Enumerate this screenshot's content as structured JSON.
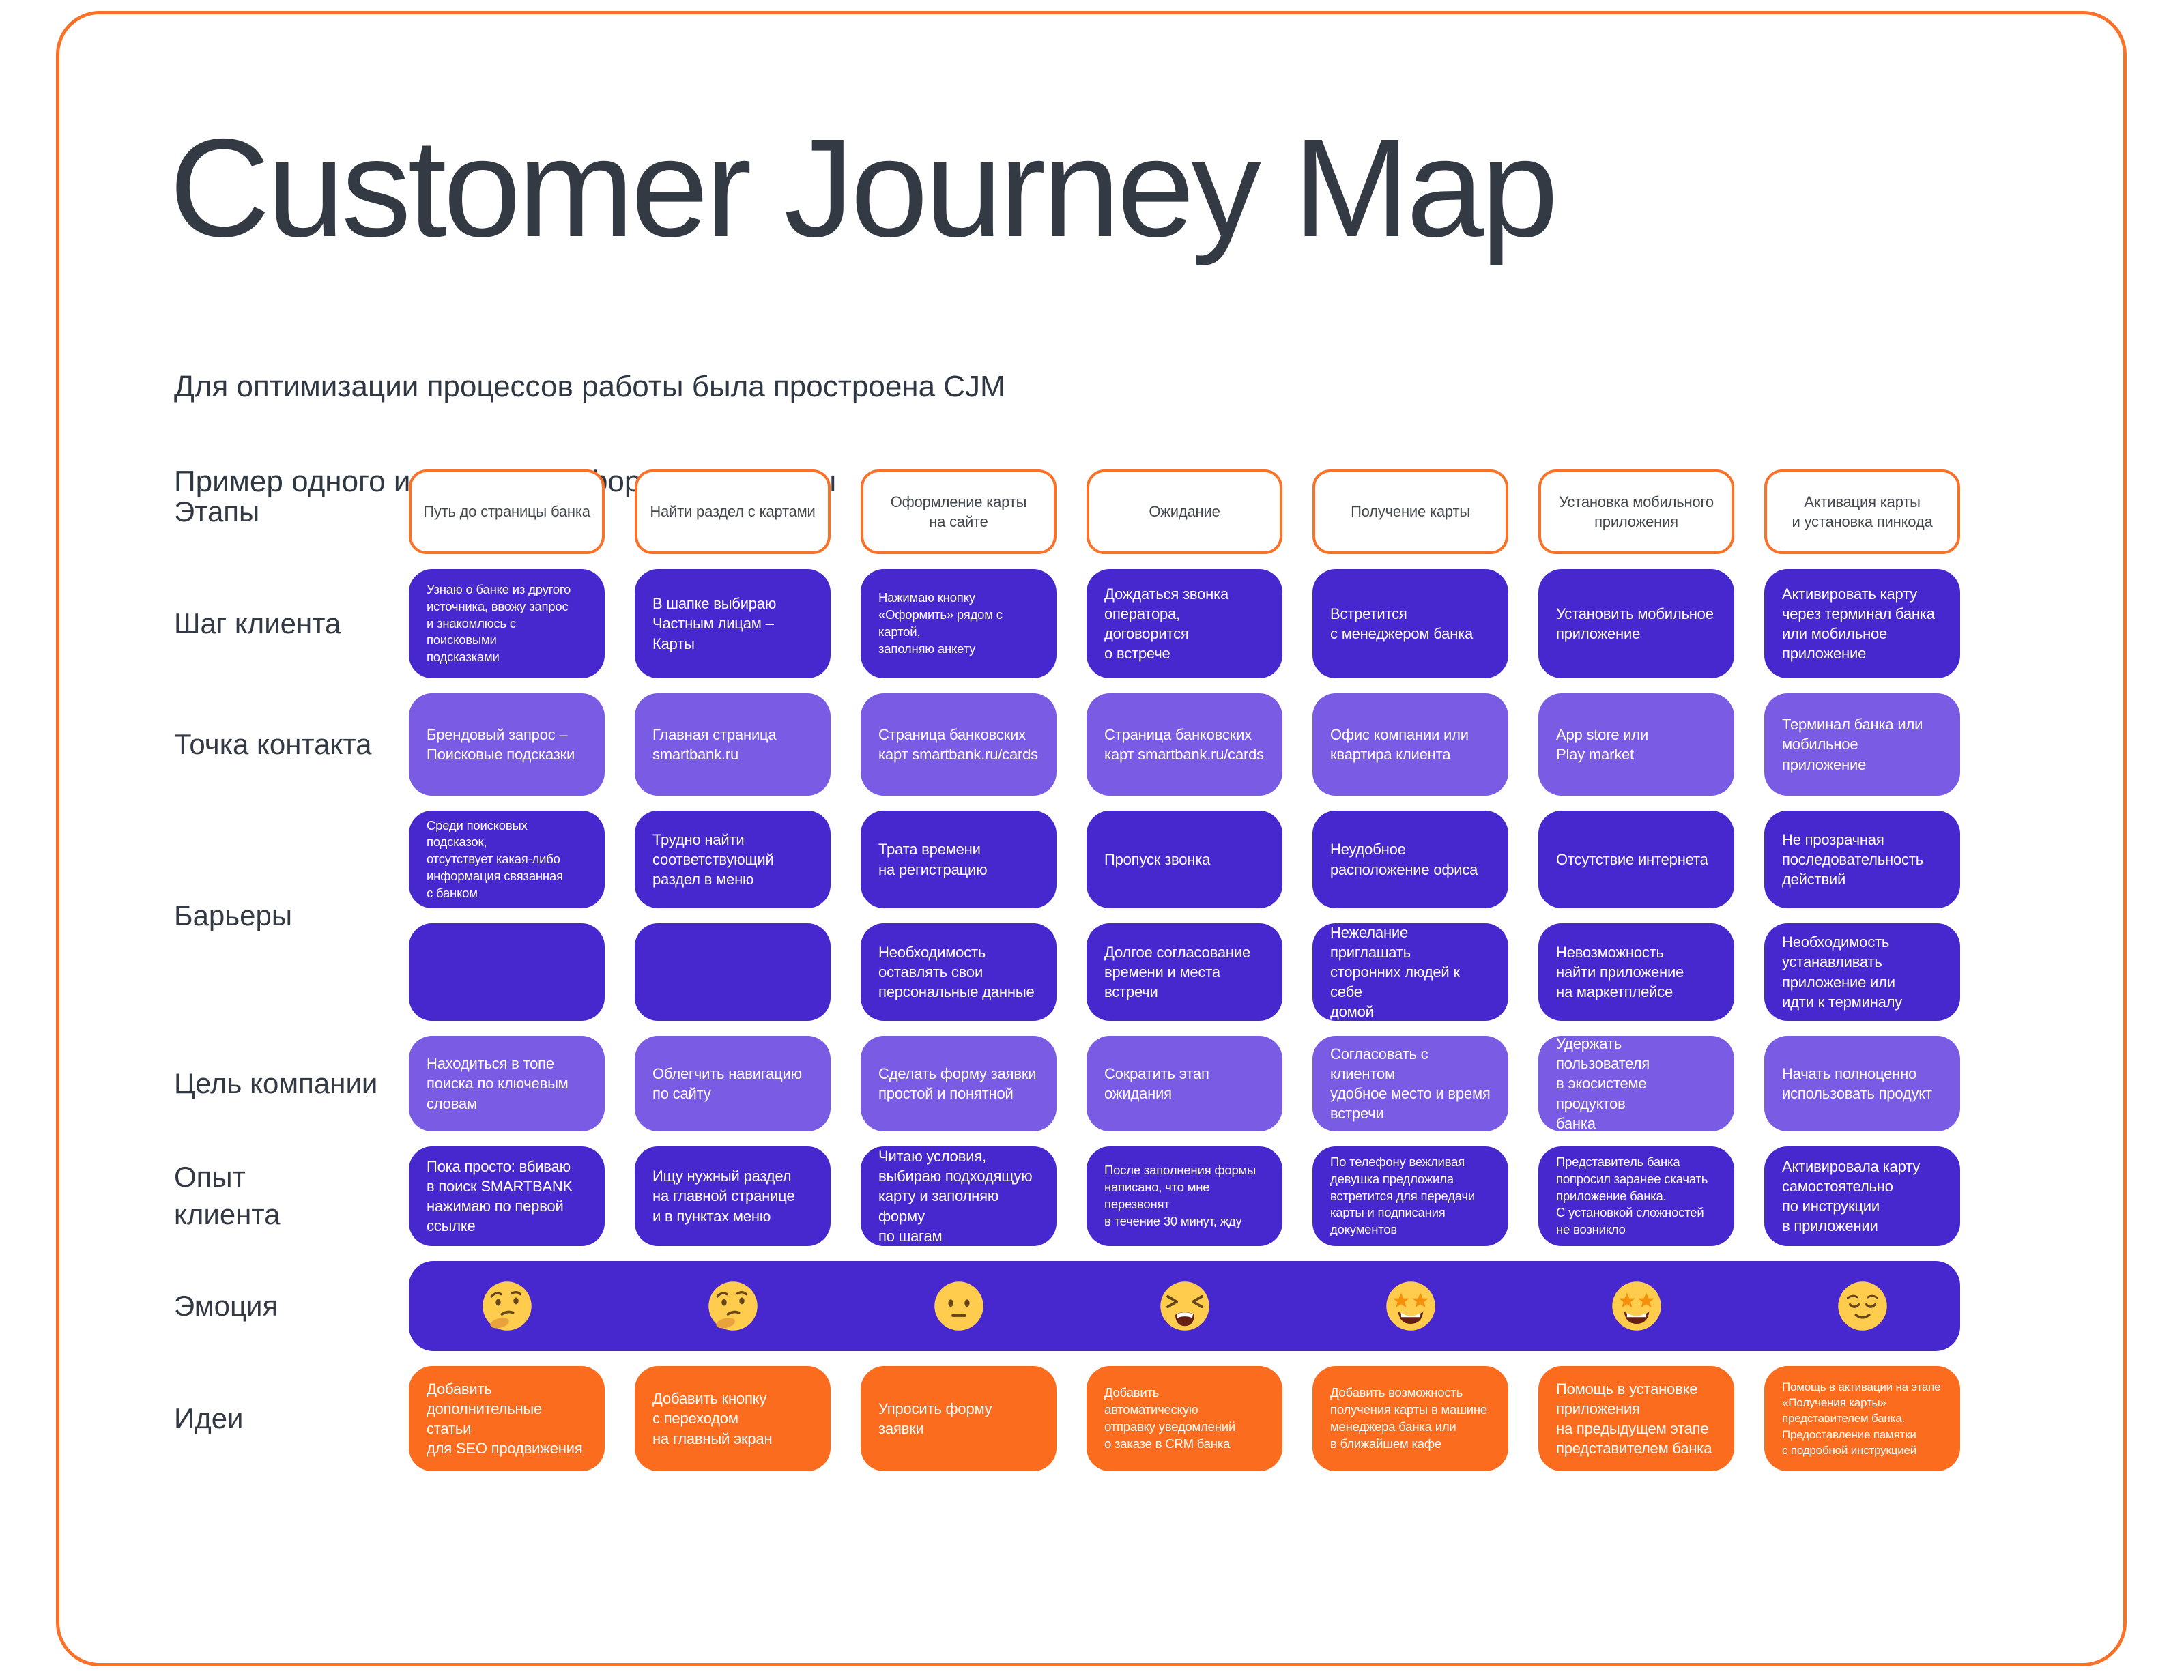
{
  "colors": {
    "dark_purple": "#4727CE",
    "light_purple": "#7A5BE3",
    "idea_orange": "#FB6C1E",
    "frame_orange": "#FA7128",
    "title_dark": "#333A43"
  },
  "header": {
    "title": "Customer Journey Map",
    "subtitle_line1": "Для оптимизации процессов работы была простроена CJM",
    "subtitle_line2": "Пример одного из этапов  – Оформление карты"
  },
  "row_labels": {
    "stages": "Этапы",
    "client_step": "Шаг клиента",
    "contact_point": "Точка контакта",
    "barriers": "Барьеры",
    "company_goal": "Цель компании",
    "client_experience": "Опыт\nклиента",
    "emotion": "Эмоция",
    "ideas": "Идеи"
  },
  "columns": [
    {
      "stage": "Путь до страницы банка",
      "client_step": "Узнаю о банке из другого\nисточника, ввожу запрос\nи знакомлюсь с поисковыми\nподсказками",
      "contact_point": "Брендовый запрос –\nПоисковые подсказки",
      "barrier_1": "Среди поисковых подсказок,\nотсутствует какая-либо\nинформация связанная\nс банком",
      "barrier_2": "",
      "company_goal": "Находиться в топе\nпоиска по ключевым\nсловам",
      "client_experience": "Пока просто: вбиваю\nв поиск SMARTBANK\nнажимаю по первой\nссылке",
      "emotion_emoji": "🤔",
      "emotion_name": "thinking-face",
      "idea": "Добавить\nдополнительные статьи\nдля SEO продвижения"
    },
    {
      "stage": "Найти раздел с картами",
      "client_step": "В шапке выбираю\nЧастным лицам –\nКарты",
      "contact_point": "Главная страница\nsmartbank.ru",
      "barrier_1": "Трудно найти\nсоответствующий\nраздел в меню",
      "barrier_2": "",
      "company_goal": "Облегчить навигацию\nпо сайту",
      "client_experience": "Ищу нужный раздел\nна главной странице\nи в пунктах меню",
      "emotion_emoji": "🤔",
      "emotion_name": "thinking-face",
      "idea": "Добавить кнопку\nс переходом\nна главный экран"
    },
    {
      "stage": "Оформление карты\nна сайте",
      "client_step": "Нажимаю кнопку\n«Оформить» рядом с картой,\nзаполняю анкету",
      "contact_point": "Страница банковских\nкарт smartbank.ru/cards",
      "barrier_1": "Трата времени\nна регистрацию",
      "barrier_2": "Необходимость\nоставлять свои\nперсональные данные",
      "company_goal": "Сделать форму заявки\nпростой и понятной",
      "client_experience": "Читаю условия,\nвыбираю подходящую\nкарту и заполняю форму\nпо шагам",
      "emotion_emoji": "😐",
      "emotion_name": "neutral-face",
      "idea": "Упросить форму заявки"
    },
    {
      "stage": "Ожидание",
      "client_step": "Дождаться звонка\nоператора, договорится\nо встрече",
      "contact_point": "Страница банковских\nкарт smartbank.ru/cards",
      "barrier_1": "Пропуск звонка",
      "barrier_2": "Долгое согласование\nвремени и места\nвстречи",
      "company_goal": "Сократить этап\nожидания",
      "client_experience": "После заполнения формы\nнаписано, что мне перезвонят\nв течение 30 минут, жду",
      "emotion_emoji": "😫",
      "emotion_name": "tired-face",
      "idea": "Добавить\nавтоматическую\nотправку уведомлений\nо заказе в CRM банка"
    },
    {
      "stage": "Получение карты",
      "client_step": "Встретится\nс менеджером банка",
      "contact_point": "Офис компании или\nквартира клиента",
      "barrier_1": "Неудобное\nрасположение офиса",
      "barrier_2": "Нежелание приглашать\nсторонних людей к себе\nдомой",
      "company_goal": "Согласовать с клиентом\nудобное место и время\nвстречи",
      "client_experience": "По телефону вежливая\nдевушка предложила\nвстретится для передачи\nкарты и подписания\nдокументов",
      "emotion_emoji": "🤩",
      "emotion_name": "star-struck-face",
      "idea": "Добавить возможность\nполучения карты в машине\nменеджера банка или\nв ближайшем кафе"
    },
    {
      "stage": "Установка мобильного\nприложения",
      "client_step": "Установить мобильное\nприложение",
      "contact_point": "App store или\nPlay market",
      "barrier_1": "Отсутствие интернета",
      "barrier_2": "Невозможность\nнайти приложение\nна маркетплейсе",
      "company_goal": "Удержать пользователя\nв экосистеме продуктов\nбанка",
      "client_experience": "Представитель банка\nпопросил заранее скачать\nприложение банка.\nС установкой сложностей\nне возникло",
      "emotion_emoji": "🤩",
      "emotion_name": "star-struck-face",
      "idea": "Помощь в установке\nприложения\nна предыдущем этапе\nпредставителем банка"
    },
    {
      "stage": "Активация карты\nи установка пинкода",
      "client_step": "Активировать карту\nчерез терминал банка\nили мобильное\nприложение",
      "contact_point": "Терминал банка или\nмобильное приложение",
      "barrier_1": "Не прозрачная\nпоследовательность\nдействий",
      "barrier_2": "Необходимость\nустанавливать\nприложение или\nидти к терминалу",
      "company_goal": "Начать полноценно\nиспользовать продукт",
      "client_experience": "Активировала карту\nсамостоятельно\nпо инструкции\nв приложении",
      "emotion_emoji": "😌",
      "emotion_name": "relieved-face",
      "idea": "Помощь в активации на этапе\n«Получения карты»\nпредставителем банка.\nПредоставление памятки\nс подробной инструкцией"
    }
  ]
}
